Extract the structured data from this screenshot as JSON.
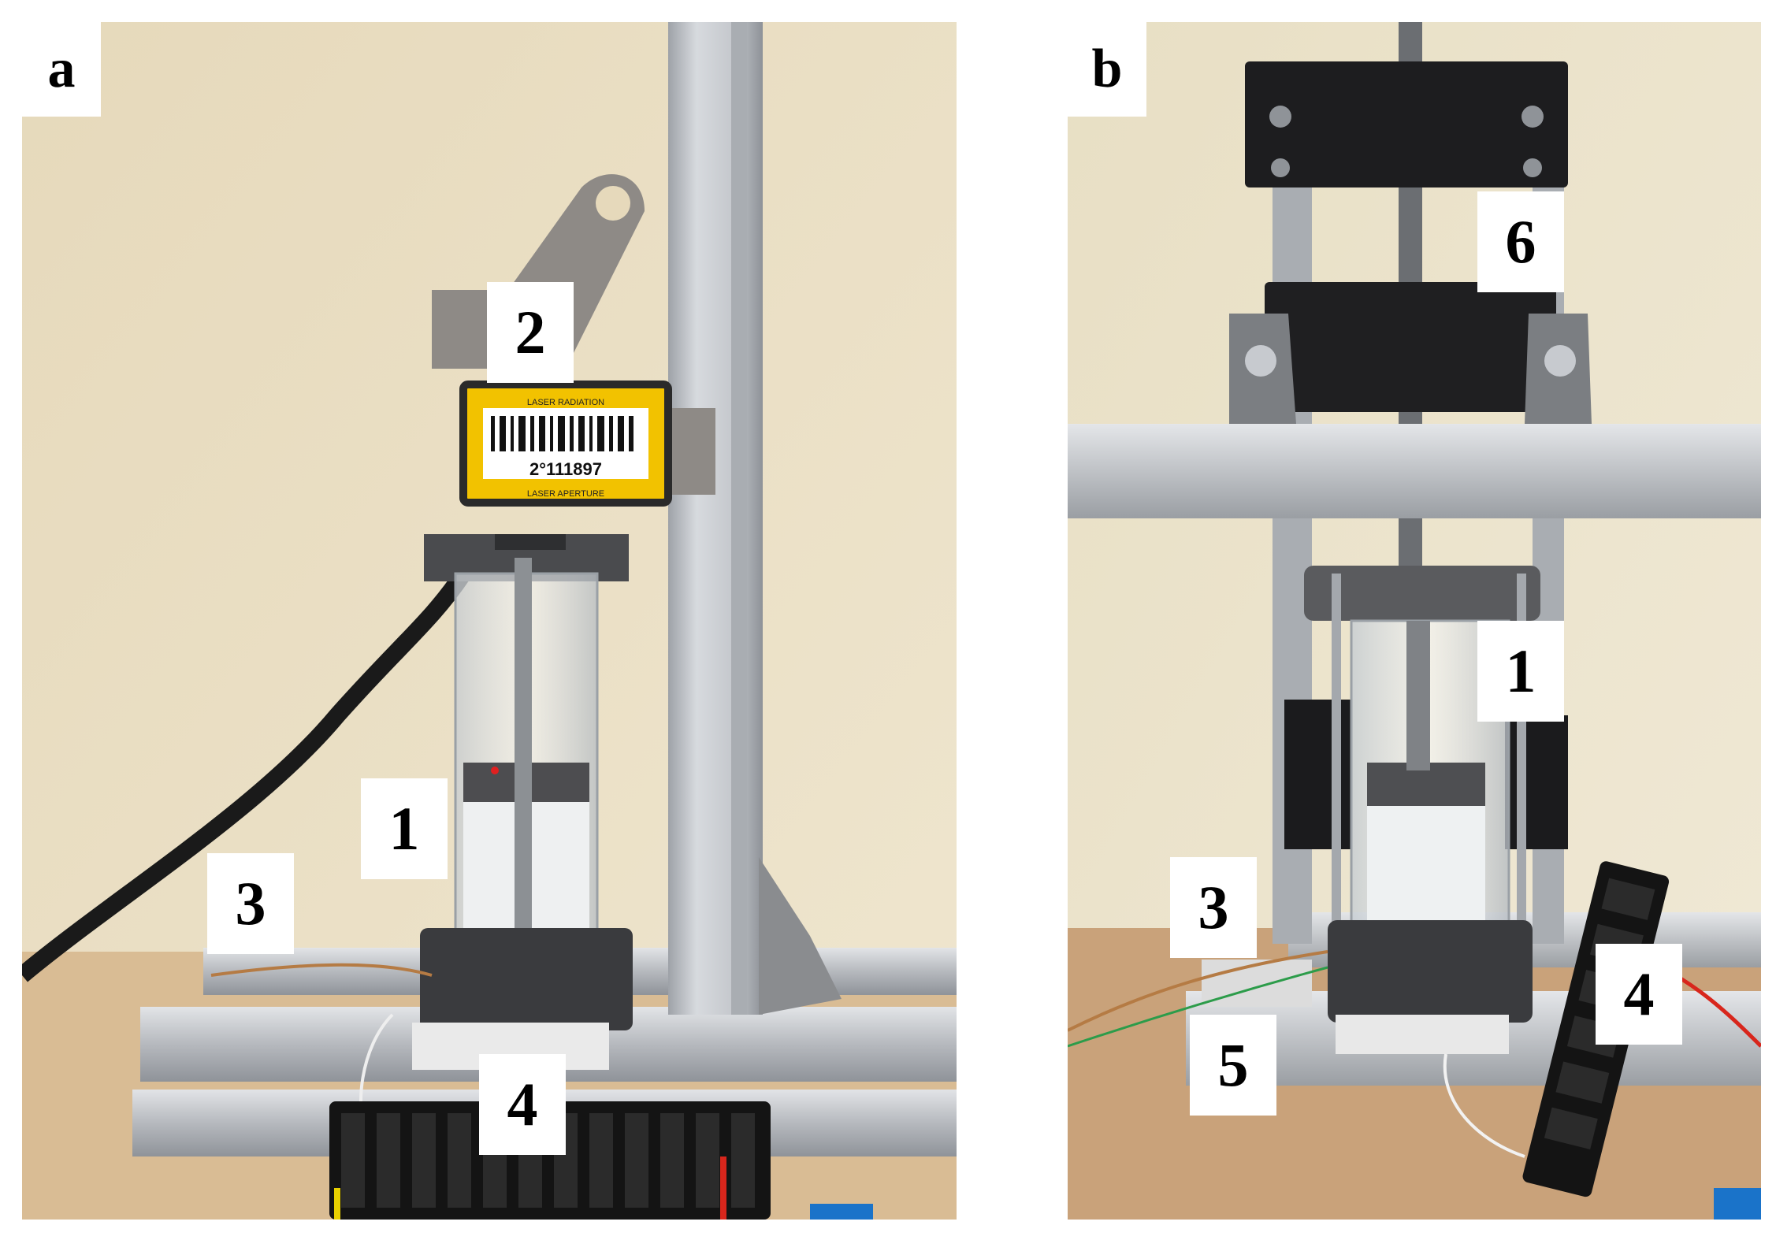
{
  "panels": {
    "a": {
      "letter": "a",
      "labels": {
        "l1": "1",
        "l2": "2",
        "l3": "3",
        "l4": "4"
      },
      "sensor_text": "2°111897",
      "sensor_top_text": "LASER RADIATION",
      "sensor_bottom_text": "LASER APERTURE"
    },
    "b": {
      "letter": "b",
      "labels": {
        "l1": "1",
        "l3": "3",
        "l4": "4",
        "l5": "5",
        "l6": "6"
      }
    }
  },
  "colors": {
    "wall": "#e9dfc6",
    "aluminum": "#c9ccd0",
    "wood": "#d8b98f",
    "black_plastic": "#1d1d1f",
    "gray_plastic": "#55575a",
    "sensor_yellow": "#f2c200",
    "cylinder": "#e6e9ec"
  }
}
